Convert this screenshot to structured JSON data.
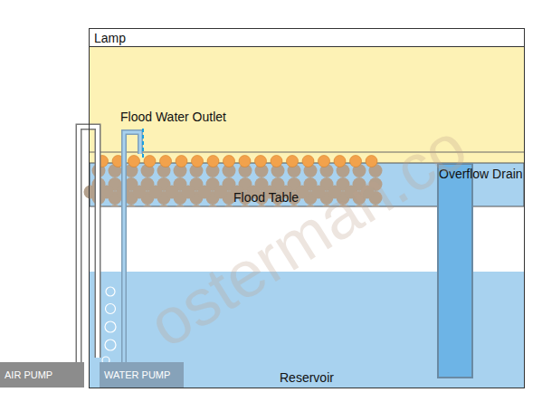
{
  "diagram": {
    "nodes": [
      {
        "text": [
          "Lamp"
        ]
      },
      {
        "text": [
          "Flood Table"
        ]
      },
      {
        "text": [
          "Overflow Drain"
        ]
      },
      {
        "text": [
          "AIR PUMP"
        ]
      },
      {
        "text": [
          "WATER PUMP"
        ]
      },
      {
        "text": [
          "Reservoir"
        ]
      }
    ],
    "labels": [
      "Flood Water Outlet",
      "osterman.co"
    ]
  }
}
